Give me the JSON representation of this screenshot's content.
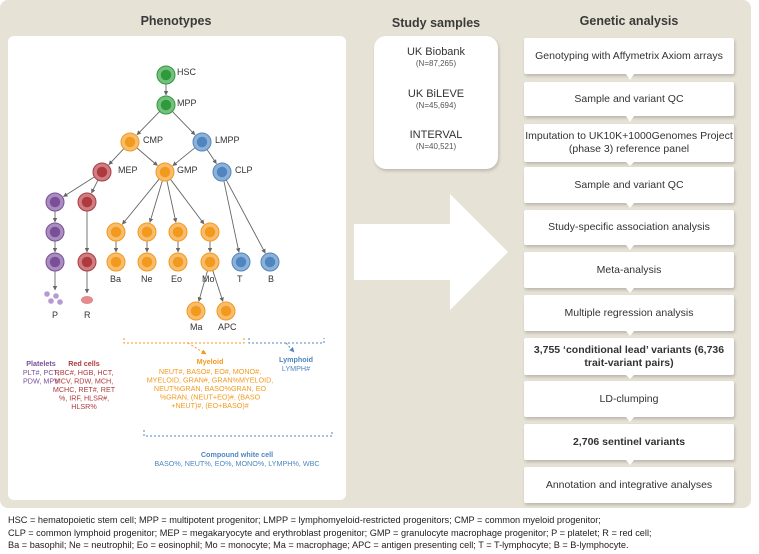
{
  "titles": {
    "phenotypes": "Phenotypes",
    "samples": "Study samples",
    "genetic": "Genetic analysis"
  },
  "samples": [
    {
      "name": "UK Biobank",
      "n": "(N=87,265)"
    },
    {
      "name": "UK BiLEVE",
      "n": "(N=45,694)"
    },
    {
      "name": "INTERVAL",
      "n": "(N=40,521)"
    }
  ],
  "tree": {
    "nodes": {
      "hsc": "HSC",
      "mpp": "MPP",
      "cmp": "CMP",
      "lmpp": "LMPP",
      "mep": "MEP",
      "gmp": "GMP",
      "clp": "CLP",
      "ba": "Ba",
      "ne": "Ne",
      "eo": "Eo",
      "mo": "Mo",
      "t": "T",
      "b": "B",
      "p": "P",
      "r": "R",
      "ma": "Ma",
      "apc": "APC"
    },
    "groups": {
      "platelets": {
        "title": "Platelets",
        "text": "PLT#, PCT,\nPDW, MPV"
      },
      "red": {
        "title": "Red cells",
        "text": "RBC#, HGB, HCT,\nMCV, RDW, MCH,\nMCHC, RET#, RET\n%, IRF, HLSR#,\nHLSR%"
      },
      "myeloid": {
        "title": "Myeloid",
        "text": "NEUT#, BASO#, EO#, MONO#,\nMYELOID, GRAN#, GRAN%MYELOID,\nNEUT%GRAN, BASO%GRAN, EO\n%GRAN, (NEUT+EO)#, (BASO\n+NEUT)#, (EO+BASO)#"
      },
      "lymphoid": {
        "title": "Lymphoid",
        "text": "LYMPH#"
      },
      "compound": {
        "title": "Compound white cell",
        "text": "BASO%, NEUT%, EO%, MONO%, LYMPH%, WBC"
      }
    }
  },
  "genetic": [
    {
      "text": "Genotyping with Affymetrix Axiom arrays",
      "bold": false
    },
    {
      "text": "Sample and variant QC",
      "bold": false
    },
    {
      "text": "Imputation to UK10K+1000Genomes Project (phase 3) reference panel",
      "bold": false
    },
    {
      "text": "Sample and variant QC",
      "bold": false
    },
    {
      "text": "Study-specific association analysis",
      "bold": false
    },
    {
      "text": "Meta-analysis",
      "bold": false
    },
    {
      "text": "Multiple regression analysis",
      "bold": false
    },
    {
      "text": "3,755 ‘conditional lead’ variants (6,736 trait-variant pairs)",
      "bold": true
    },
    {
      "text": "LD-clumping",
      "bold": false
    },
    {
      "text": "2,706 sentinel variants",
      "bold": true
    },
    {
      "text": "Annotation and integrative analyses",
      "bold": false
    }
  ],
  "footer": [
    "HSC = hematopoietic stem cell; MPP = multipotent progenitor; LMPP = lymphomyeloid-restricted progenitors; CMP = common myeloid progenitor;",
    "CLP = common lymphoid progenitor; MEP = megakaryocyte and erythroblast progenitor; GMP = granulocyte macrophage progenitor; P = platelet; R = red cell;",
    "Ba = basophil; Ne = neutrophil; Eo = eosinophil; Mo = monocyte; Ma = macrophage; APC = antigen presenting cell; T = T-lymphocyte; B = B-lymphocyte."
  ],
  "colors": {
    "green": "#2e9b3a",
    "orange": "#f39a1e",
    "blue": "#4f86c1",
    "red": "#b0393e",
    "purple": "#7a4f9a",
    "panel": "#e7e2d6"
  }
}
